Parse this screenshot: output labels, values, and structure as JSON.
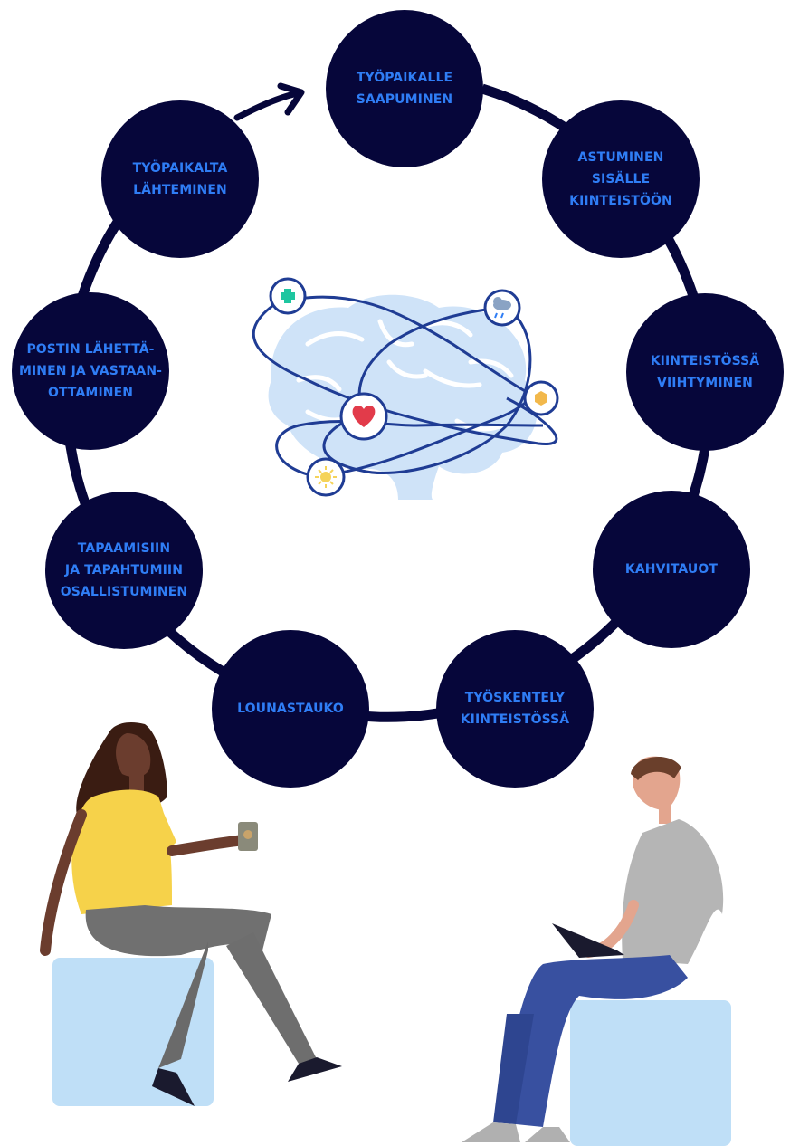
{
  "diagram": {
    "steps": [
      {
        "id": "arrival",
        "label": "TYÖPAIKALLE\nSAAPUMINEN"
      },
      {
        "id": "entering",
        "label": "ASTUMINEN\nSISÄLLE\nKIINTEISTÖÖN"
      },
      {
        "id": "comfort",
        "label": "KIINTEISTÖSSÄ\nVIIHTYMINEN"
      },
      {
        "id": "coffee",
        "label": "KAHVITAUOT"
      },
      {
        "id": "working",
        "label": "TYÖSKENTELY\nKIINTEISTÖSSÄ"
      },
      {
        "id": "lunch",
        "label": "LOUNASTAUKO"
      },
      {
        "id": "meetings",
        "label": "TAPAAMISIIN\nJA TAPAHTUMIIN\nOSALLISTUMINEN"
      },
      {
        "id": "mail",
        "label": "POSTIN LÄHETTÄ-\nMINEN JA VASTAAN-\nOTTAMINEN"
      },
      {
        "id": "leaving",
        "label": "TYÖPAIKALTA\nLÄHTEMINEN"
      }
    ],
    "center_illustration": {
      "subject": "brain",
      "orbit_icons": [
        "plus-icon",
        "cloud-rain-icon",
        "honeycomb-icon",
        "heart-icon",
        "sun-icon"
      ]
    },
    "people": [
      "woman-with-coffee",
      "man-with-laptop"
    ]
  },
  "colors": {
    "node_fill": "#06063a",
    "node_text": "#2f7df5",
    "ring": "#06063a",
    "brain": "#cfe3f8",
    "orbit": "#1f3c94",
    "seat": "#bfdff7"
  }
}
